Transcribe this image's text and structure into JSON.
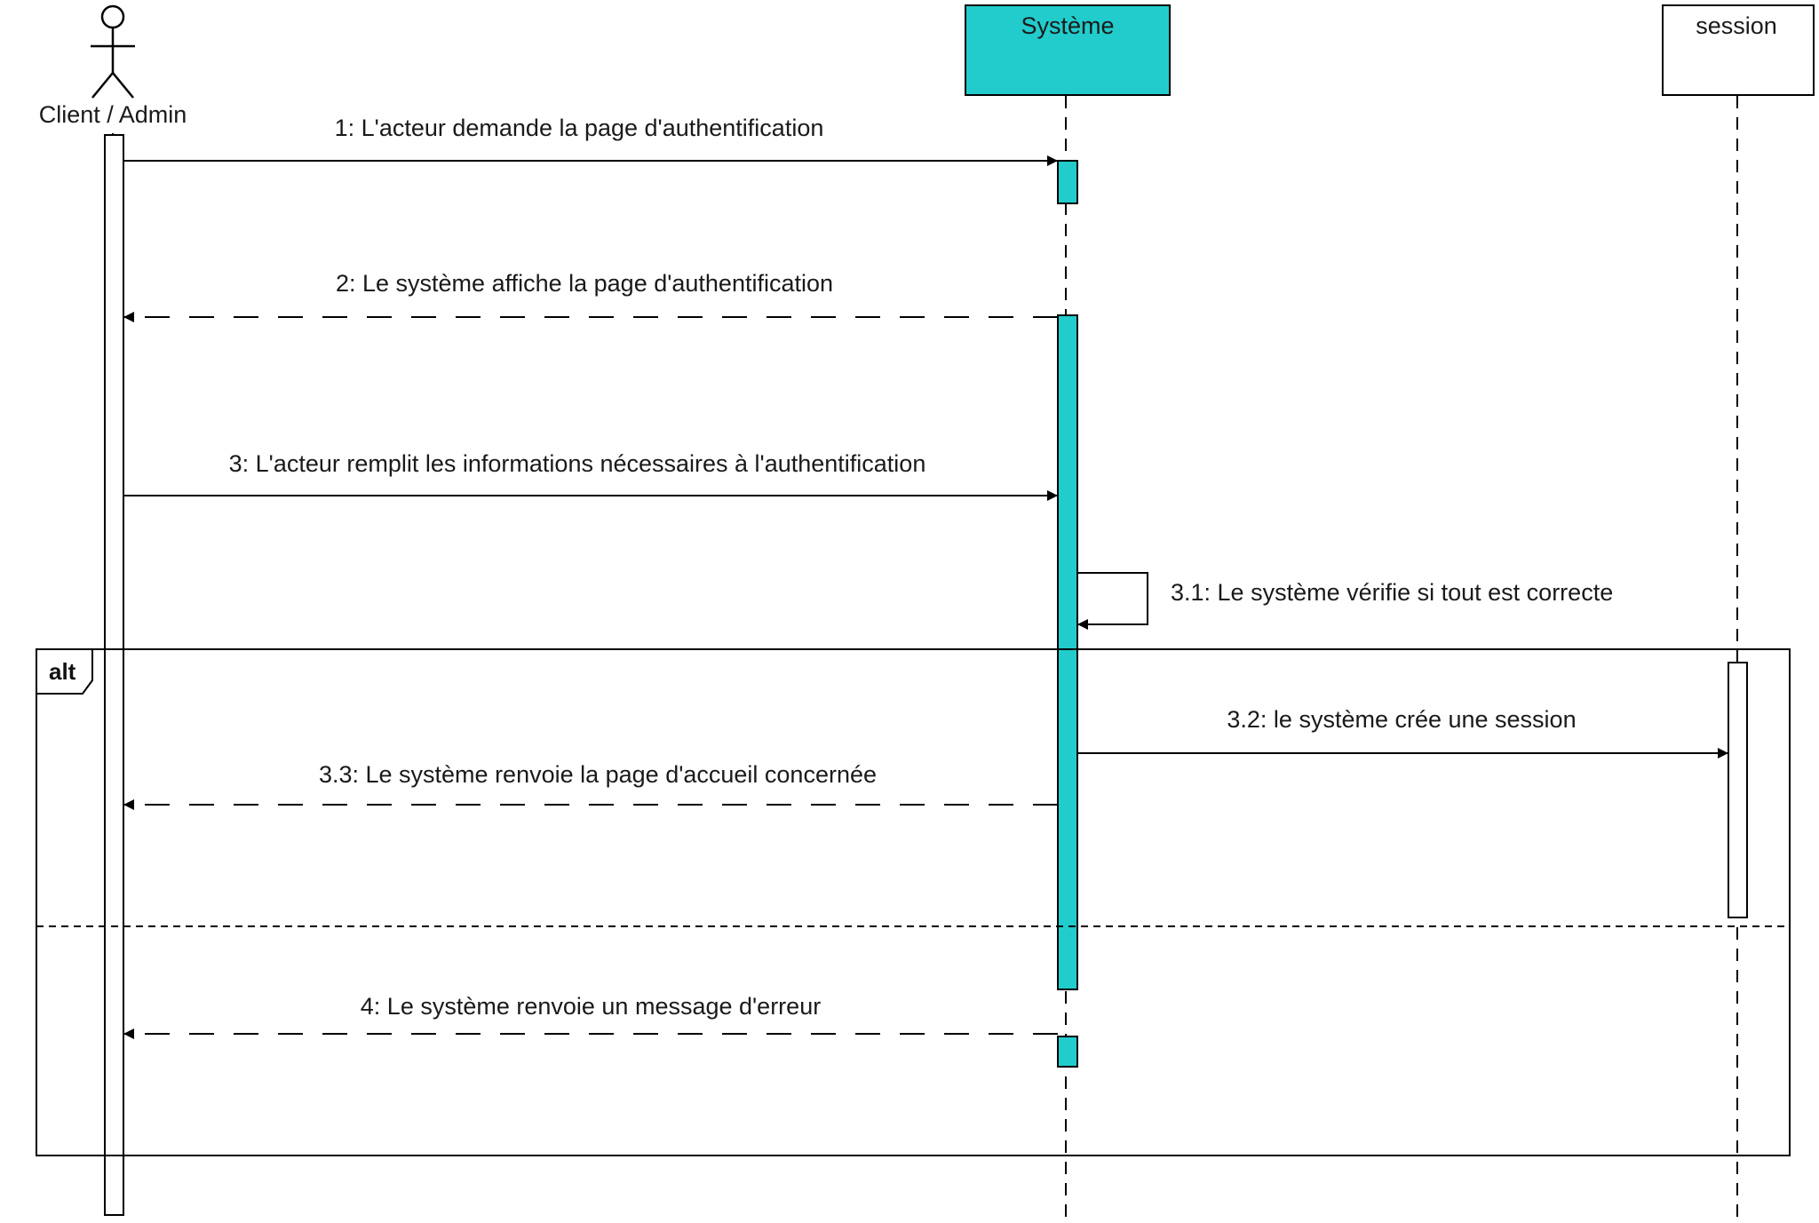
{
  "colors": {
    "system_fill": "#22CCCC",
    "line": "#000000",
    "background": "#FFFFFF"
  },
  "lifelines": {
    "actor": {
      "name": "Client / Admin",
      "kind": "actor"
    },
    "system": {
      "name": "Système",
      "kind": "object"
    },
    "session": {
      "name": "session",
      "kind": "object"
    }
  },
  "messages": [
    {
      "label": "1: L'acteur demande la page d'authentification",
      "from": "actor",
      "to": "system",
      "style": "sync"
    },
    {
      "label": "2: Le système affiche la page d'authentification",
      "from": "system",
      "to": "actor",
      "style": "return"
    },
    {
      "label": "3: L'acteur remplit les informations nécessaires à l'authentification",
      "from": "actor",
      "to": "system",
      "style": "sync"
    },
    {
      "label": "3.1: Le système vérifie si tout est correcte",
      "from": "system",
      "to": "system",
      "style": "self"
    },
    {
      "label": "3.2: le système crée une session",
      "from": "system",
      "to": "session",
      "style": "sync"
    },
    {
      "label": "3.3: Le système renvoie la page d'accueil concernée",
      "from": "system",
      "to": "actor",
      "style": "return"
    },
    {
      "label": "4: Le système renvoie un message d'erreur",
      "from": "system",
      "to": "actor",
      "style": "return"
    }
  ],
  "fragment": {
    "operator": "alt"
  }
}
